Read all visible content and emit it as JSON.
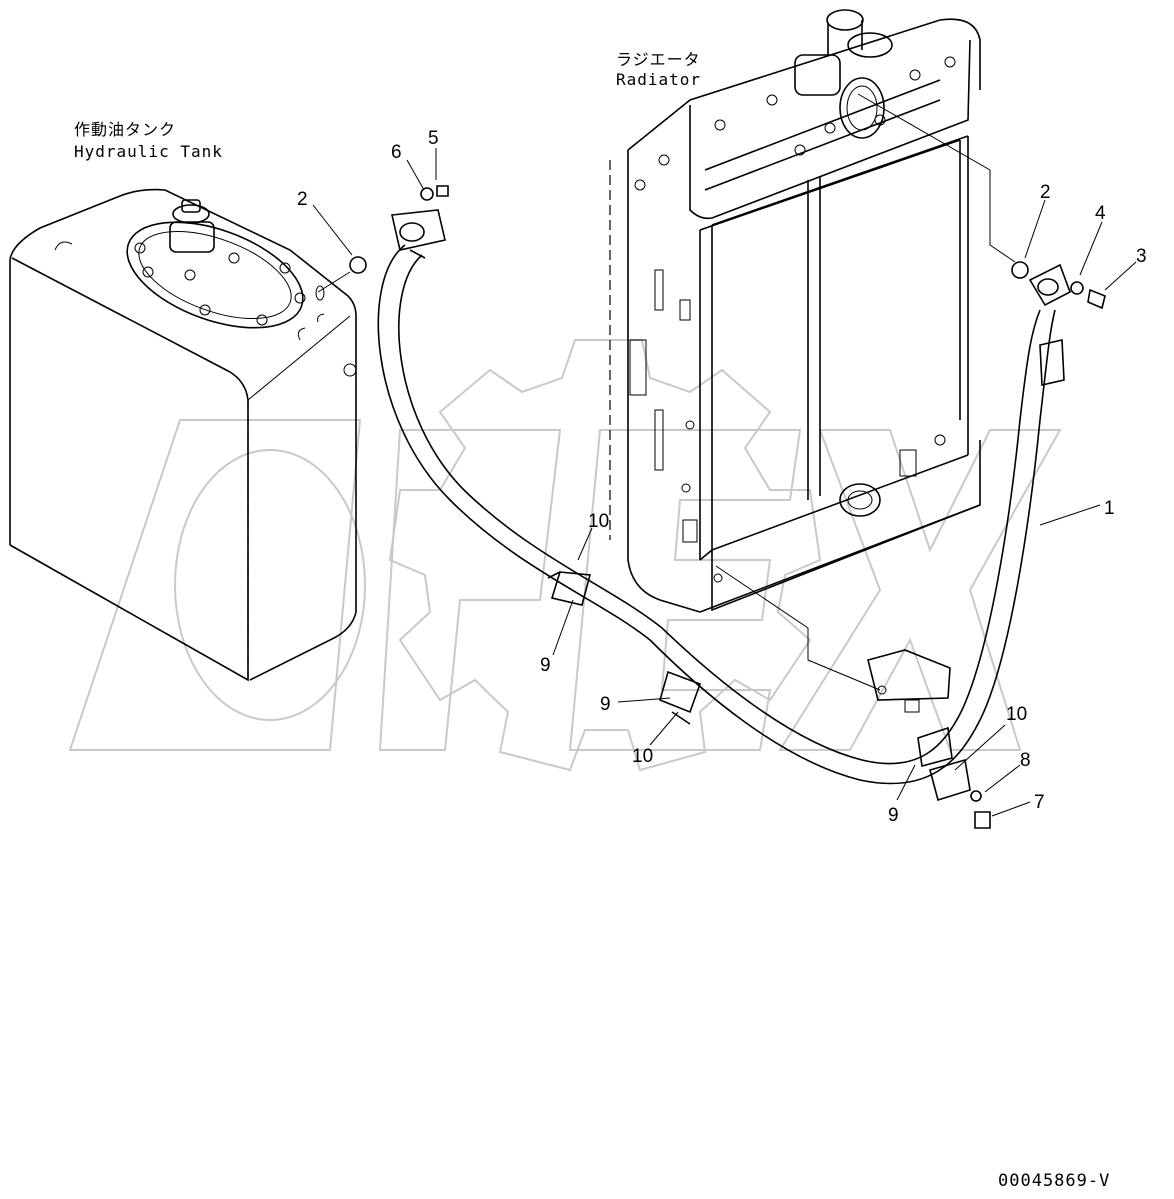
{
  "labels": {
    "tank_jp": "作動油タンク",
    "tank_en": "Hydraulic Tank",
    "radiator_jp": "ラジエータ",
    "radiator_en": "Radiator"
  },
  "callouts": {
    "c1": "1",
    "c2a": "2",
    "c2b": "2",
    "c3": "3",
    "c4": "4",
    "c5": "5",
    "c6": "6",
    "c7": "7",
    "c8": "8",
    "c9a": "9",
    "c9b": "9",
    "c9c": "9",
    "c10a": "10",
    "c10b": "10",
    "c10c": "10"
  },
  "drawing_code": "00045869-V",
  "watermark": {
    "text": "OPEX",
    "color": "#c9c9c9"
  }
}
